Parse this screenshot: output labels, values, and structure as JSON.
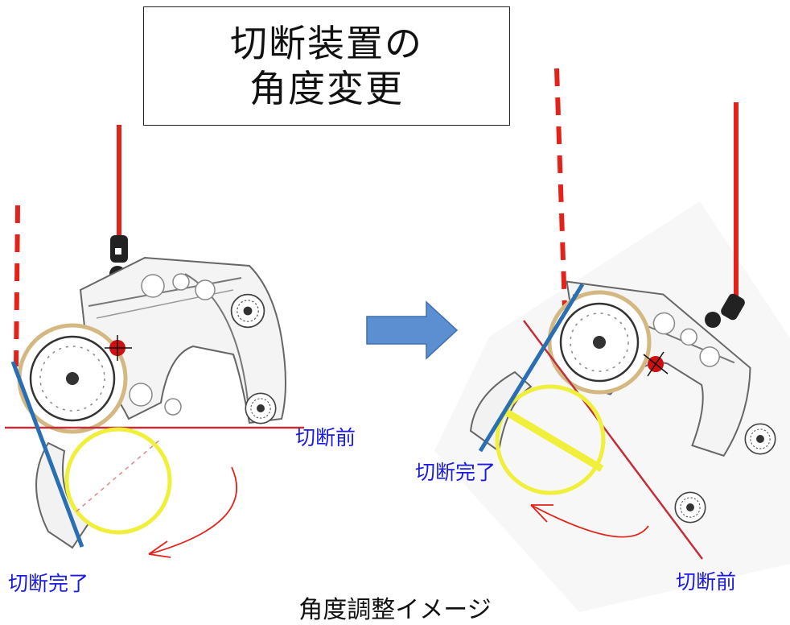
{
  "title": {
    "line1": "切断装置の",
    "line2": "角度変更"
  },
  "labels": {
    "left_before": "切断前",
    "left_done": "切断完了",
    "right_done": "切断完了",
    "right_before": "切断前"
  },
  "caption": "角度調整イメージ",
  "colors": {
    "rope": "#e32219",
    "cut_line_blue": "#2a6fb3",
    "horizon_red": "#c0303a",
    "yellow_circle": "#f0ef3a",
    "gear_ring": "#d4b882",
    "arrow_fill": "#5b8fd2",
    "label_blue": "#1a1ae6"
  }
}
